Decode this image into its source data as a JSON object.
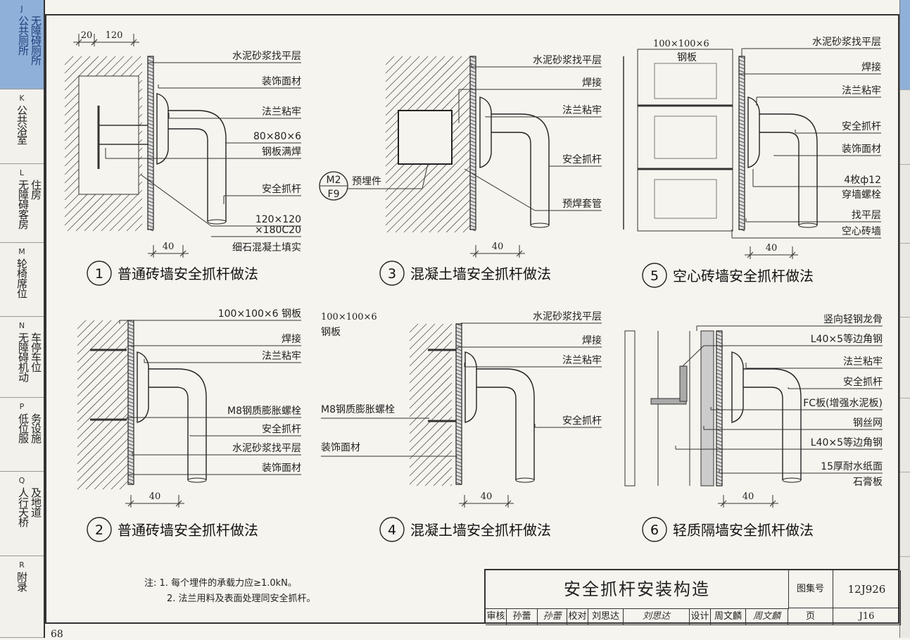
{
  "side_tabs": [
    {
      "letter": "J",
      "col1": "公共厕所",
      "col2": "无障碍厕所",
      "active": true
    },
    {
      "letter": "K",
      "col1": "公共浴室",
      "col2": "",
      "active": false
    },
    {
      "letter": "L",
      "col1": "无障碍客房",
      "col2": "住房",
      "active": false
    },
    {
      "letter": "M",
      "col1": "轮椅席位",
      "col2": "",
      "active": false
    },
    {
      "letter": "N",
      "col1": "无障碍机动",
      "col2": "车停车位",
      "active": false
    },
    {
      "letter": "P",
      "col1": "低位服",
      "col2": "务设施",
      "active": false
    },
    {
      "letter": "Q",
      "col1": "人行天桥",
      "col2": "及地道",
      "active": false
    },
    {
      "letter": "R",
      "col1": "附录",
      "col2": "",
      "active": false
    }
  ],
  "page_number": "68",
  "details": {
    "d1": {
      "num": "1",
      "title": "普通砖墙安全抓杆做法",
      "dims": [
        "20",
        "120",
        "40"
      ],
      "labels": [
        "水泥砂浆找平层",
        "装饰面材",
        "法兰粘牢",
        "80×80×6",
        "钢板满焊",
        "安全抓杆",
        "120×120",
        "×180C20",
        "细石混凝土填实"
      ]
    },
    "d2": {
      "num": "2",
      "title": "普通砖墙安全抓杆做法",
      "dims": [
        "40"
      ],
      "labels": [
        "100×100×6  钢板",
        "焊接",
        "法兰粘牢",
        "M8钢质膨胀螺栓",
        "安全抓杆",
        "水泥砂浆找平层",
        "装饰面材"
      ]
    },
    "d3": {
      "num": "3",
      "title": "混凝土墙安全抓杆做法",
      "dims": [
        "40"
      ],
      "ref_top": "M2",
      "ref_bottom": "F9",
      "ref_text": "预埋件",
      "labels": [
        "水泥砂浆找平层",
        "焊接",
        "法兰粘牢",
        "安全抓杆",
        "预焊套管"
      ]
    },
    "d4": {
      "num": "4",
      "title": "混凝土墙安全抓杆做法",
      "dims": [
        "40"
      ],
      "labels": [
        "100×100×6",
        "钢板",
        "水泥砂浆找平层",
        "焊接",
        "法兰粘牢",
        "安全抓杆",
        "M8钢质膨胀螺栓",
        "装饰面材"
      ]
    },
    "d5": {
      "num": "5",
      "title": "空心砖墙安全抓杆做法",
      "dims": [
        "40"
      ],
      "labels": [
        "100×100×6",
        "钢板",
        "水泥砂浆找平层",
        "焊接",
        "法兰粘牢",
        "安全抓杆",
        "装饰面材",
        "4枚ф12",
        "穿墙螺栓",
        "找平层",
        "空心砖墙"
      ]
    },
    "d6": {
      "num": "6",
      "title": "轻质隔墙安全抓杆做法",
      "dims": [
        "40"
      ],
      "labels": [
        "竖向轻钢龙骨",
        "L40×5等边角钢",
        "法兰粘牢",
        "安全抓杆",
        "FC板(增强水泥板)",
        "钢丝网",
        "L40×5等边角钢",
        "15厚耐水纸面",
        "石膏板"
      ]
    }
  },
  "notes": {
    "prefix": "注:",
    "items": [
      "1.  每个埋件的承载力应≥1.0kN。",
      "2.  法兰用料及表面处理同安全抓杆。"
    ]
  },
  "title_block": {
    "title": "安全抓杆安装构造",
    "atlas_label": "图集号",
    "atlas_value": "12J926",
    "review_label": "审核",
    "review_name": "孙蕾",
    "review_sig": "孙蕾",
    "check_label": "校对",
    "check_name": "刘思达",
    "check_sig": "刘思达",
    "design_label": "设计",
    "design_name": "周文麟",
    "design_sig": "周文麟",
    "page_label": "页",
    "page_value": "J16"
  }
}
